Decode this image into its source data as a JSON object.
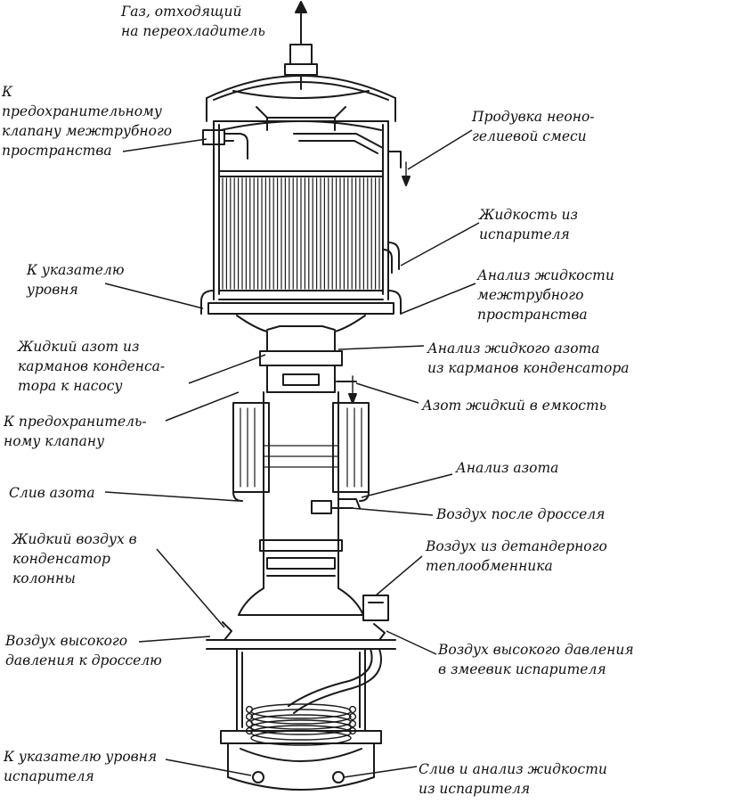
{
  "labels": {
    "gas_to_subcooler": "Газ, отходящий\nна переохладитель",
    "to_safety_valve_intertube": "К\nпредохранительному\nклапану межтрубного\nпространства",
    "neon_helium_purge": "Продувка неоно-\nгелиевой смеси",
    "liquid_from_evaporator": "Жидкость из\nиспарителя",
    "to_level_indicator": "К указателю\nуровня",
    "intertube_liquid_analysis": "Анализ жидкости\nмежтрубного\nпространства",
    "liquid_nitrogen_to_pump": "Жидкий азот из\nкарманов конденса-\nтора к насосу",
    "liquid_nitrogen_analysis": "Анализ жидкого азота\nиз карманов конденсатора",
    "liquid_nitrogen_to_tank": "Азот жидкий в емкость",
    "to_safety_valve": "К предохранитель-\nному клапану",
    "nitrogen_analysis": "Анализ азота",
    "nitrogen_drain": "Слив азота",
    "air_after_throttle": "Воздух после дросселя",
    "liquid_air_to_condenser": "Жидкий воздух в\nконденсатор\nколонны",
    "air_from_expander_exchanger": "Воздух из детандерного\nтеплообменника",
    "hp_air_to_throttle": "Воздух высокого\nдавления к дросселю",
    "hp_air_to_evaporator_coil": "Воздух высокого давления\nв змеевик испарителя",
    "to_evaporator_level_indicator": "К указателю уровня\nиспарителя",
    "evaporator_drain_analysis": "Слив и анализ жидкости\nиз испарителя"
  }
}
